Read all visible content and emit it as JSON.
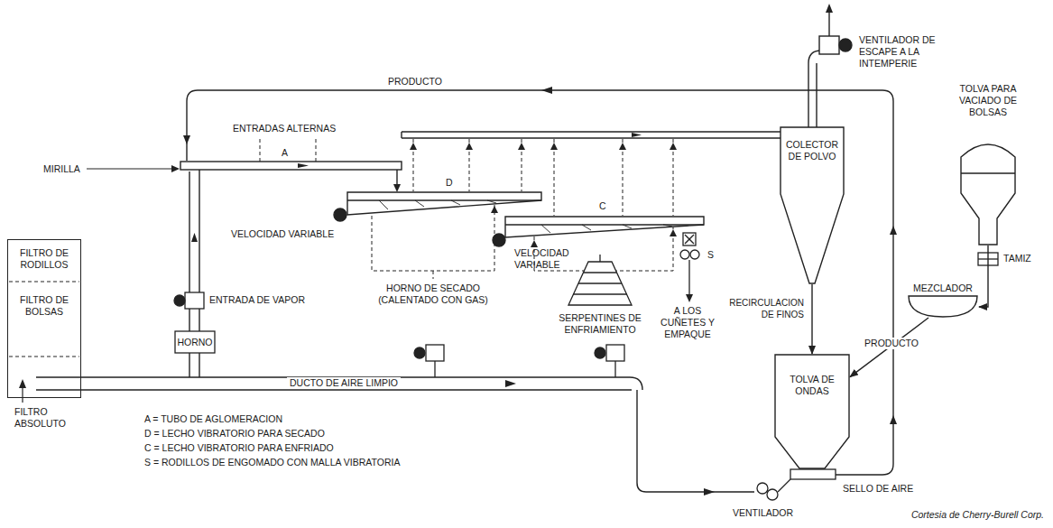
{
  "diagram": {
    "caption": "Cortesia de Cherry-Burell Corp.",
    "nodes": [
      {
        "text": [
          "FILTRO DE RODILLOS",
          "FILTRO DE BOLSAS"
        ]
      },
      {
        "text": [
          "COLECTOR DE POLVO"
        ]
      },
      {
        "text": [
          "TOLVA DE ONDAS"
        ]
      },
      {
        "text": [
          "MEZCLADOR"
        ]
      },
      {
        "text": [
          "TOLVA PARA VACIADO DE BOLSAS"
        ]
      }
    ],
    "edges": [
      {
        "from": 1,
        "to": 2,
        "arrow": "to",
        "label": "RECIRCULACION DE FINOS"
      },
      {
        "from": 4,
        "to": 3,
        "arrow": "to"
      },
      {
        "from": 3,
        "to": 2,
        "arrow": "to",
        "label": "PRODUCTO"
      }
    ],
    "labels": [
      "PRODUCTO",
      "VENTILADOR DE ESCAPE A LA INTEMPERIE",
      "ENTRADAS ALTERNAS",
      "A",
      "MIRILLA",
      "D",
      "VELOCIDAD VARIABLE",
      "C",
      "VELOCIDAD VARIABLE",
      "S",
      "ENTRADA DE VAPOR",
      "HORNO",
      "HORNO DE SECADO (CALENTADO CON GAS)",
      "SERPENTINES DE ENFRIAMIENTO",
      "A LOS CUÑETES Y EMPAQUE",
      "DUCTO DE AIRE LIMPIO",
      "FILTRO ABSOLUTO",
      "TAMIZ",
      "SELLO DE AIRE",
      "VENTILADOR",
      "A = TUBO DE AGLOMERACION",
      "D = LECHO VIBRATORIO PARA SECADO",
      "C = LECHO VIBRATORIO PARA ENFRIADO",
      "S = RODILLOS DE ENGOMADO CON MALLA VIBRATORIA"
    ]
  }
}
